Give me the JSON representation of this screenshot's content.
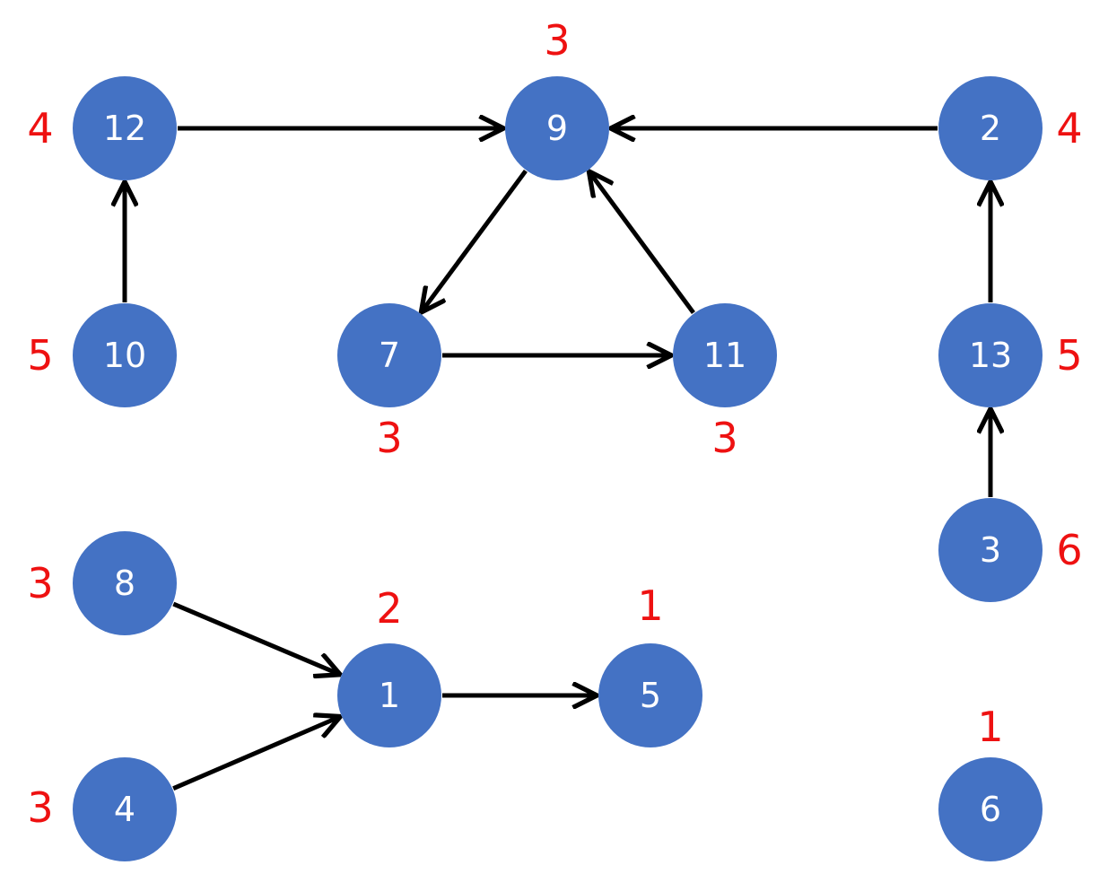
{
  "colors": {
    "node_fill": "#4472C4",
    "node_text": "#ffffff",
    "weight_text": "#ee1111",
    "edge": "#000000"
  },
  "nodes": [
    {
      "id": "12",
      "label": "12",
      "weight": "4"
    },
    {
      "id": "9",
      "label": "9",
      "weight": "3"
    },
    {
      "id": "2",
      "label": "2",
      "weight": "4"
    },
    {
      "id": "10",
      "label": "10",
      "weight": "5"
    },
    {
      "id": "7",
      "label": "7",
      "weight": "3"
    },
    {
      "id": "11",
      "label": "11",
      "weight": "3"
    },
    {
      "id": "13",
      "label": "13",
      "weight": "5"
    },
    {
      "id": "3",
      "label": "3",
      "weight": "6"
    },
    {
      "id": "8",
      "label": "8",
      "weight": "3"
    },
    {
      "id": "1",
      "label": "1",
      "weight": "2"
    },
    {
      "id": "5",
      "label": "5",
      "weight": "1"
    },
    {
      "id": "4",
      "label": "4",
      "weight": "3"
    },
    {
      "id": "6",
      "label": "6",
      "weight": "1"
    }
  ],
  "edges": [
    {
      "from": "12",
      "to": "9"
    },
    {
      "from": "2",
      "to": "9"
    },
    {
      "from": "10",
      "to": "12"
    },
    {
      "from": "9",
      "to": "7"
    },
    {
      "from": "11",
      "to": "9"
    },
    {
      "from": "7",
      "to": "11"
    },
    {
      "from": "13",
      "to": "2"
    },
    {
      "from": "3",
      "to": "13"
    },
    {
      "from": "8",
      "to": "1"
    },
    {
      "from": "4",
      "to": "1"
    },
    {
      "from": "1",
      "to": "5"
    }
  ]
}
